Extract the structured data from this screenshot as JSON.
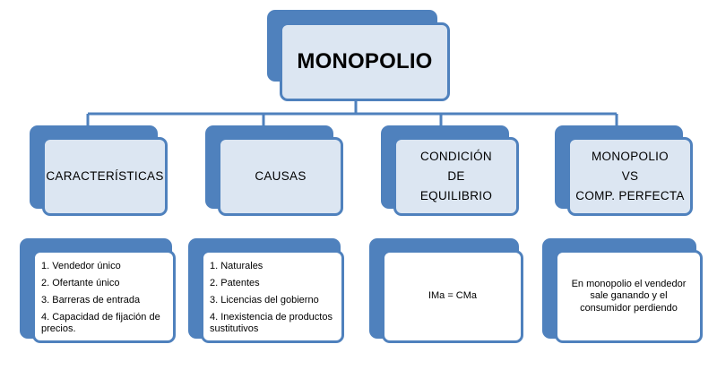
{
  "title": "MONOPOLIO",
  "categories": [
    {
      "header_lines": [
        "CARACTERÍSTICAS"
      ],
      "items": [
        "1. Vendedor único",
        "2. Ofertante único",
        "3. Barreras de entrada",
        "4. Capacidad de fijación de precios."
      ]
    },
    {
      "header_lines": [
        "CAUSAS"
      ],
      "items": [
        "1. Naturales",
        "2. Patentes",
        "3. Licencias del gobierno",
        "4. Inexistencia de productos sustitutivos"
      ]
    },
    {
      "header_lines": [
        "CONDICIÓN",
        "DE",
        "EQUILIBRIO"
      ],
      "text": "IMa = CMa"
    },
    {
      "header_lines": [
        "MONOPOLIO",
        "VS",
        "COMP. PERFECTA"
      ],
      "text": "En monopolio  el vendedor sale ganando y el consumidor perdiendo"
    }
  ],
  "colors": {
    "accent": "#4f81bd",
    "fill": "#dce6f2",
    "connector": "#4f81bd"
  }
}
